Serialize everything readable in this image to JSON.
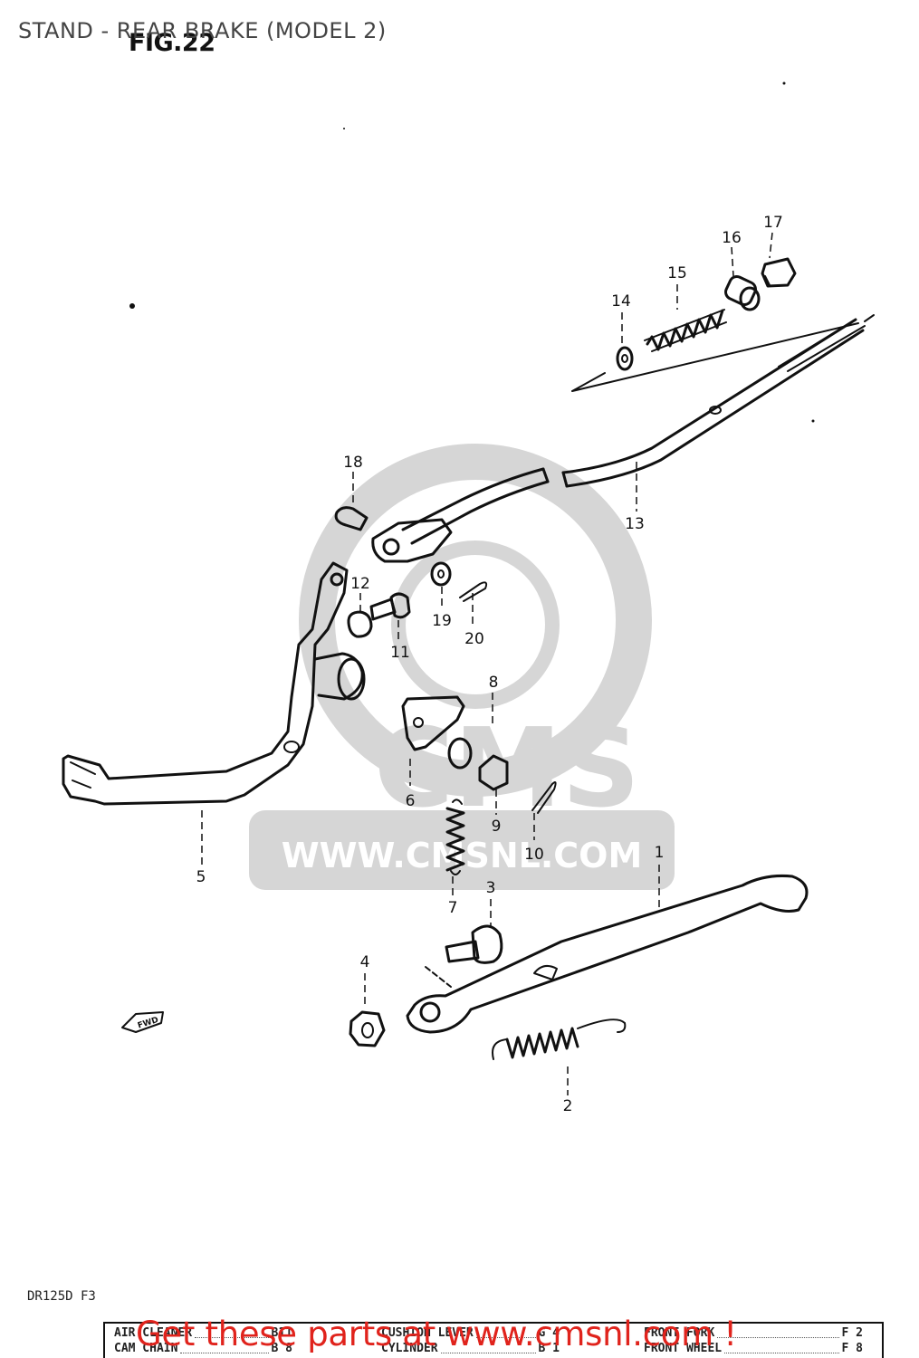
{
  "page": {
    "title": "STAND - REAR BRAKE (MODEL 2)",
    "figure_label": "FIG.22",
    "model_code": "DR125D F3"
  },
  "watermark": {
    "logo_text": "CMS",
    "url_text": "WWW.CMSNL.COM",
    "color": "#d6d6d6"
  },
  "fwd_marker": "FWD",
  "callouts": [
    {
      "id": "1",
      "label": "1"
    },
    {
      "id": "2",
      "label": "2"
    },
    {
      "id": "3",
      "label": "3"
    },
    {
      "id": "4",
      "label": "4"
    },
    {
      "id": "5",
      "label": "5"
    },
    {
      "id": "6",
      "label": "6"
    },
    {
      "id": "7",
      "label": "7"
    },
    {
      "id": "8",
      "label": "8"
    },
    {
      "id": "9",
      "label": "9"
    },
    {
      "id": "10",
      "label": "10"
    },
    {
      "id": "11",
      "label": "11"
    },
    {
      "id": "12",
      "label": "12"
    },
    {
      "id": "13",
      "label": "13"
    },
    {
      "id": "14",
      "label": "14"
    },
    {
      "id": "15",
      "label": "15"
    },
    {
      "id": "16",
      "label": "16"
    },
    {
      "id": "17",
      "label": "17"
    },
    {
      "id": "18",
      "label": "18"
    },
    {
      "id": "19",
      "label": "19"
    },
    {
      "id": "20",
      "label": "20"
    }
  ],
  "index_table": [
    {
      "name": "AIR CLEANER",
      "ref": "B11"
    },
    {
      "name": "CAM CHAIN",
      "ref": "B 8"
    },
    {
      "name": "CUSHION LEVER",
      "ref": "G 4"
    },
    {
      "name": "CYLINDER",
      "ref": "B 1"
    },
    {
      "name": "FRONT FORK",
      "ref": "F 2"
    },
    {
      "name": "FRONT WHEEL",
      "ref": "F 8"
    }
  ],
  "promo_text": "Get these parts at www.cmsnl.com !",
  "colors": {
    "promo": "#e0231c",
    "ink": "#111111",
    "title": "#444444"
  }
}
